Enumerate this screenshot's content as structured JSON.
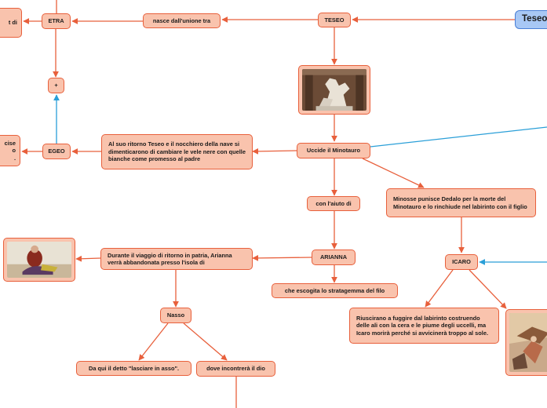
{
  "nodes": {
    "teseo_root": "Teseo",
    "teseo": "TESEO",
    "nasce": "nasce dall'unione tra",
    "etra": "ETRA",
    "left_cut_top": "t di",
    "plus": "+",
    "egeo": "EGEO",
    "left_cut_mid": [
      "cise",
      "o",
      "."
    ],
    "ritorno": "Al suo ritorno Teseo e il nocchiero della nave si dimenticarono di cambiare le vele nere con quelle bianche come promesso al padre",
    "minotauro": "Uccide il Minotauro",
    "aiuto": "con l'aiuto di",
    "minosse": "Minosse punisce Dedalo per la morte del Minotauro e lo rinchiude nel labirinto con il figlio",
    "arianna": "ARIANNA",
    "viaggio": "Durante il viaggio di ritorno in patria, Arianna verrà abbandonata presso l'isola di",
    "stratagemma": "che escogita lo stratagemma del filo",
    "icaro": "ICARO",
    "naxos": "Nasso",
    "fuggire": "Riuscirano a fuggire dal labirinto costruendo delle ali con la cera e le piume degli uccelli, ma Icaro morirà perché si avvicinerà troppo al sole.",
    "detto": "Da qui il detto \"lasciare in asso\".",
    "dio": "dove incontrerà il dio"
  },
  "images": {
    "statue": "statue-image",
    "ariadne": "painting-image",
    "icarus": "painting-image"
  },
  "colors": {
    "node_fill": "#f9c3ad",
    "node_border": "#e8603c",
    "link_orange": "#e8603c",
    "link_blue": "#2a9fd8",
    "root_fill": "#a8c8f5",
    "root_border": "#4a7fd6"
  }
}
